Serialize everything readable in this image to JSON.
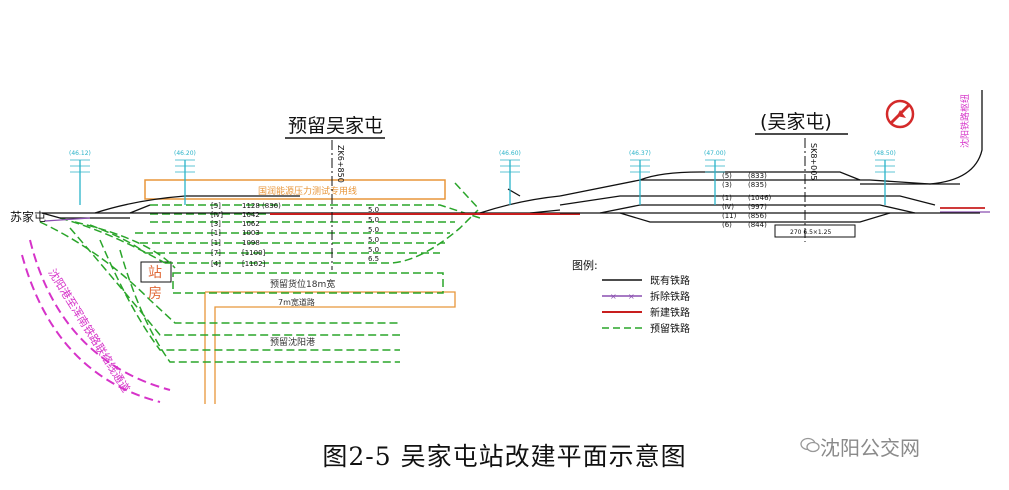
{
  "titles": {
    "reserved_station": "预留吴家屯",
    "current_station": "(吴家屯)",
    "suja": "苏家屯",
    "station_building_1": "站",
    "station_building_2": "房",
    "chk_left": "ZK6+850",
    "chk_right": "SK8+005"
  },
  "track_notes": {
    "orange_box": "国润能源压力测试专用线",
    "freight_yard": "预留货位18m宽",
    "road": "7m宽道路",
    "shenyang_port": "预留沈阳港",
    "magenta_line": "沈阳港至浑南铁路联络线通道",
    "top_right": "沈阳铁路枢纽"
  },
  "left_tracks": [
    {
      "no": "[5]",
      "len": "1128 (836)"
    },
    {
      "no": "[Ⅳ]",
      "len": "1042"
    },
    {
      "no": "[3]",
      "len": "1062"
    },
    {
      "no": "[1]",
      "len": "1003"
    },
    {
      "no": "[1]",
      "len": "1098"
    },
    {
      "no": "[7]",
      "len": "[1100]"
    },
    {
      "no": "[4]",
      "len": "[1102]"
    }
  ],
  "left_widths": [
    "5.0",
    "5.0",
    "5.0",
    "5.0",
    "5.0",
    "6.5"
  ],
  "right_tracks": [
    {
      "no": "(5)",
      "len": "(833)"
    },
    {
      "no": "(3)",
      "len": "(835)"
    },
    {
      "no": "(1)",
      "len": "(1046)"
    },
    {
      "no": "(Ⅳ)",
      "len": "(997)"
    },
    {
      "no": "(11)",
      "len": "(856)"
    },
    {
      "no": "(6)",
      "len": "(844)"
    }
  ],
  "platform_note": "270 6.5×1.25",
  "signals": [
    "(46.12)",
    "(46.20)",
    "(46.60)",
    "(46.37)",
    "(47.00)",
    "(48.50)"
  ],
  "legend": {
    "title": "图例:",
    "items": [
      {
        "label": "既有铁路",
        "color": "#111111",
        "style": "solid"
      },
      {
        "label": "拆除铁路",
        "color": "#8a4fb0",
        "style": "x-marked"
      },
      {
        "label": "新建铁路",
        "color": "#c81e1e",
        "style": "solid"
      },
      {
        "label": "预留铁路",
        "color": "#2aa52a",
        "style": "dashed"
      }
    ]
  },
  "caption": "图2-5    吴家屯站改建平面示意图",
  "watermark": "沈阳公交网",
  "colors": {
    "existing": "#111111",
    "removed": "#8a4fb0",
    "new": "#c81e1e",
    "reserved": "#2aa52a",
    "orange": "#e8963a",
    "magenta": "#d633c9",
    "cyan": "#2ab3c8",
    "redlogo": "#d42a2a"
  }
}
